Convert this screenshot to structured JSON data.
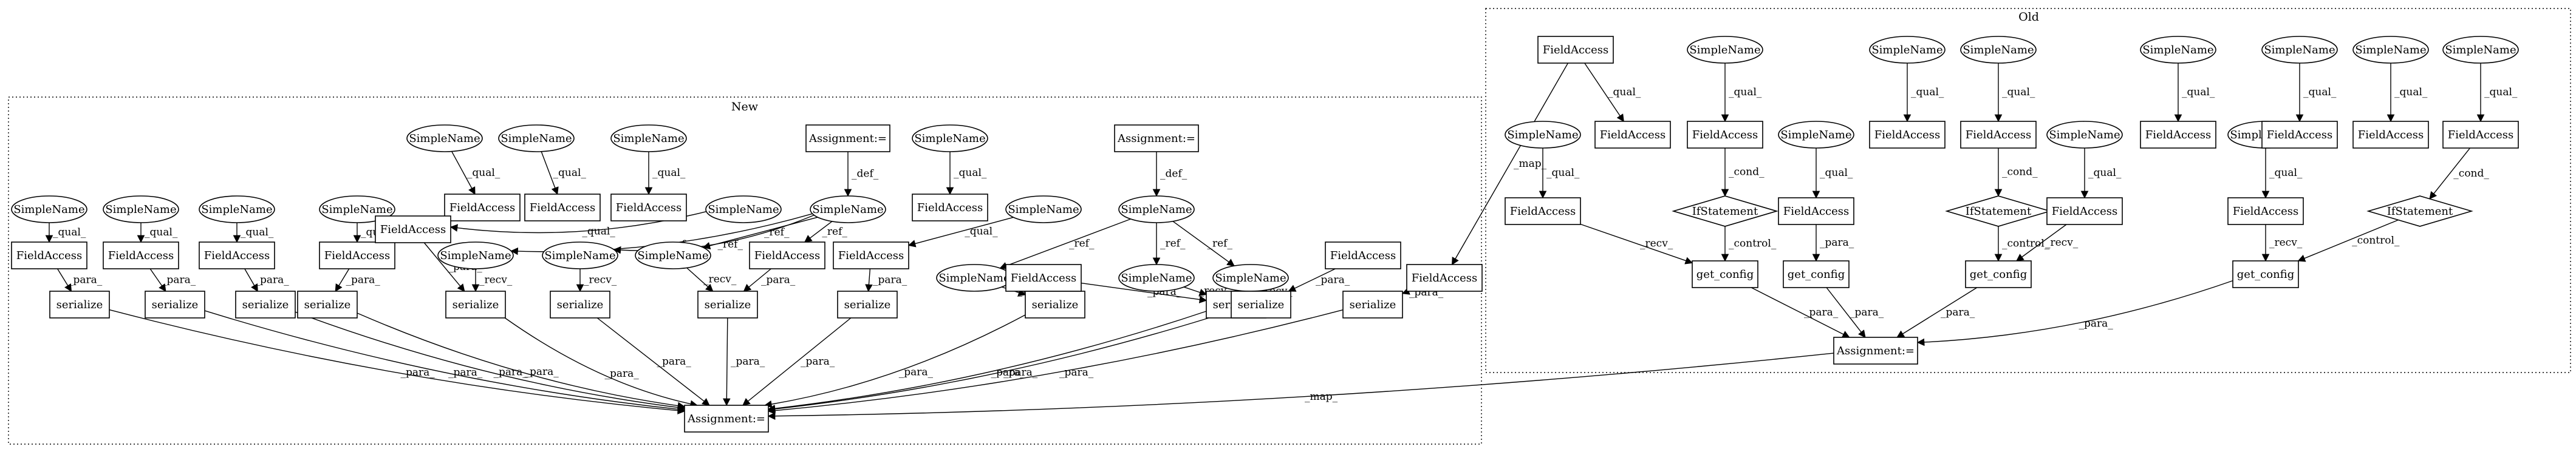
{
  "clusters": {
    "new": "New",
    "old": "Old"
  },
  "labels": {
    "field_access": "FieldAccess",
    "simple_name": "SimpleName",
    "serialize": "serialize",
    "assignment": "Assignment:=",
    "get_config": "get_config",
    "if_statement": "IfStatement",
    "qual": "_qual_",
    "para": "_para_",
    "recv": "_recv_",
    "ref": "_ref_",
    "def": "_def_",
    "cond": "_cond_",
    "control": "_control_",
    "map": "_map_"
  }
}
